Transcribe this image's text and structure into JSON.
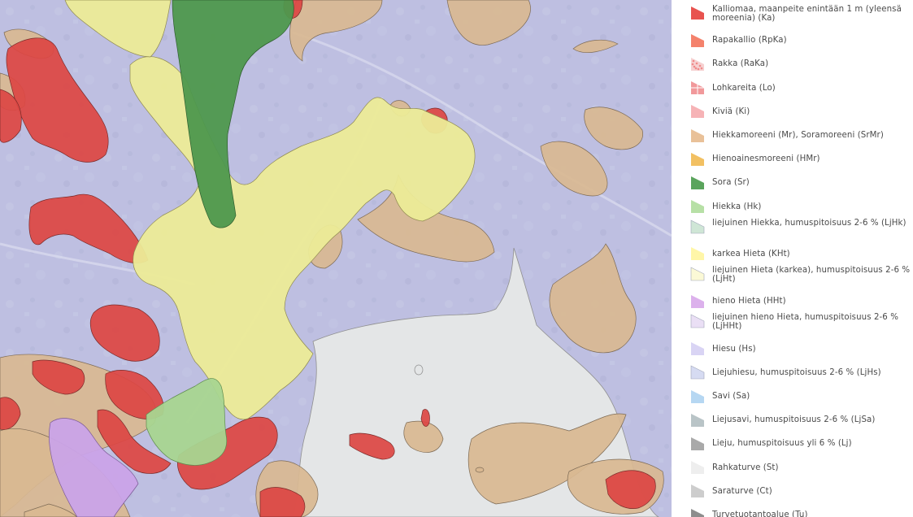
{
  "legend": {
    "items": [
      {
        "label": "Kalliomaa, maanpeite enintään 1 m (yleensä moreenia) (Ka)",
        "color": "#e8534f",
        "swatch": "triangle-flat",
        "pattern": false
      },
      {
        "label": "Rapakallio (RpKa)",
        "color": "#f4826c",
        "swatch": "triangle-flat",
        "pattern": false
      },
      {
        "label": "Rakka (RaKa)",
        "color": "#f08a8a",
        "swatch": "triangle-dots",
        "pattern": true
      },
      {
        "label": "Lohkareita (Lo)",
        "color": "#f1999b",
        "swatch": "triangle-grid",
        "pattern": true
      },
      {
        "label": "Kiviä (Ki)",
        "color": "#f6b3b6",
        "swatch": "triangle-flat",
        "pattern": false
      },
      {
        "label": "Hiekkamoreeni (Mr), Soramoreeni (SrMr)",
        "color": "#e9c199",
        "swatch": "triangle-flat",
        "pattern": false
      },
      {
        "label": "Hienoainesmoreeni (HMr)",
        "color": "#f2c062",
        "swatch": "triangle-flat",
        "pattern": false
      },
      {
        "label": "Sora (Sr)",
        "color": "#5aa45c",
        "swatch": "triangle-flat",
        "pattern": false
      },
      {
        "label": "Hiekka (Hk)",
        "color": "#b7e0a6",
        "swatch": "triangle-flat",
        "pattern": false
      },
      {
        "label": "liejuinen Hiekka, humuspitoisuus 2-6 % (LjHk)",
        "color": "#cfe6d6",
        "swatch": "triangle-outline",
        "pattern": false
      },
      {
        "label": "karkea Hieta (KHt)",
        "color": "#fff6a8",
        "swatch": "triangle-flat",
        "pattern": false
      },
      {
        "label": "liejuinen Hieta (karkea), humuspitoisuus 2-6 % (LjHt)",
        "color": "#fbf9d6",
        "swatch": "triangle-outline",
        "pattern": false
      },
      {
        "label": "hieno Hieta (HHt)",
        "color": "#dcb1ec",
        "swatch": "triangle-flat",
        "pattern": false
      },
      {
        "label": "liejuinen hieno Hieta, humuspitoisuus 2-6 % (LjHHt)",
        "color": "#eadff5",
        "swatch": "triangle-outline",
        "pattern": false
      },
      {
        "label": "Hiesu (Hs)",
        "color": "#d9d4f4",
        "swatch": "triangle-flat",
        "pattern": false
      },
      {
        "label": "Liejuhiesu, humuspitoisuus 2-6 % (LjHs)",
        "color": "#d6dbf2",
        "swatch": "triangle-outline",
        "pattern": false
      },
      {
        "label": "Savi (Sa)",
        "color": "#b6d7f2",
        "swatch": "triangle-flat",
        "pattern": false
      },
      {
        "label": "Liejusavi, humuspitoisuus 2-6 % (LjSa)",
        "color": "#b9c4c7",
        "swatch": "triangle-flat",
        "pattern": false
      },
      {
        "label": "Lieju, humuspitoisuus yli 6 % (Lj)",
        "color": "#a9a9a9",
        "swatch": "triangle-flat",
        "pattern": false
      },
      {
        "label": "Rahkaturve (St)",
        "color": "#eeeeee",
        "swatch": "triangle-flat",
        "pattern": false
      },
      {
        "label": "Saraturve (Ct)",
        "color": "#cdcdcd",
        "swatch": "triangle-flat",
        "pattern": false
      },
      {
        "label": "Turvetuotantoalue (Tu)",
        "color": "#8d8d8d",
        "swatch": "triangle-flat",
        "pattern": false
      }
    ]
  },
  "map": {
    "colors": {
      "silt": "#b9bbe9",
      "rock": "#de4a46",
      "till": "#d9ba94",
      "gravel": "#4f9a4f",
      "sand": "#a8d692",
      "coarse_fine_sand": "#eeea98",
      "fine_fine_sand": "#cba4e9",
      "peat": "#dedede",
      "water": "#e7e9ea",
      "background": "#c4c6dc"
    }
  }
}
